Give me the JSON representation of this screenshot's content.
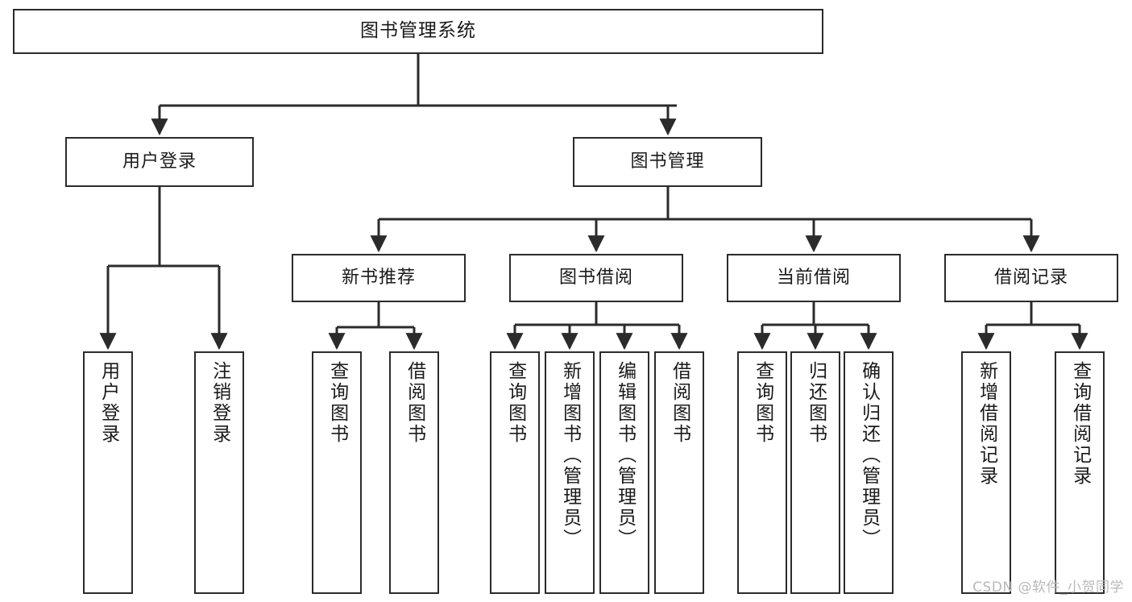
{
  "diagram": {
    "title": "图书管理系统",
    "type": "tree-hierarchy",
    "background_color": "#ffffff",
    "line_color": "#2b2b2b",
    "box_fill": "#ffffff",
    "text_color": "#1a1a1a",
    "root": {
      "label": "图书管理系统"
    },
    "level2": [
      {
        "label": "用户登录"
      },
      {
        "label": "图书管理"
      }
    ],
    "level3": [
      {
        "label": "新书推荐"
      },
      {
        "label": "图书借阅"
      },
      {
        "label": "当前借阅"
      },
      {
        "label": "借阅记录"
      }
    ],
    "leaves": {
      "user_login": [
        {
          "label": "用户登录"
        },
        {
          "label": "注销登录"
        }
      ],
      "new_book_recommend": [
        {
          "label": "查询图书"
        },
        {
          "label": "借阅图书"
        }
      ],
      "book_borrow": [
        {
          "label": "查询图书"
        },
        {
          "label": "新增图书（管理员）"
        },
        {
          "label": "编辑图书（管理员）"
        },
        {
          "label": "借阅图书"
        }
      ],
      "current_borrow": [
        {
          "label": "查询图书"
        },
        {
          "label": "归还图书"
        },
        {
          "label": "确认归还（管理员）"
        }
      ],
      "borrow_record": [
        {
          "label": "新增借阅记录"
        },
        {
          "label": "查询借阅记录"
        }
      ]
    }
  },
  "watermark": {
    "text": "CSDN @软件_小贺同学"
  }
}
